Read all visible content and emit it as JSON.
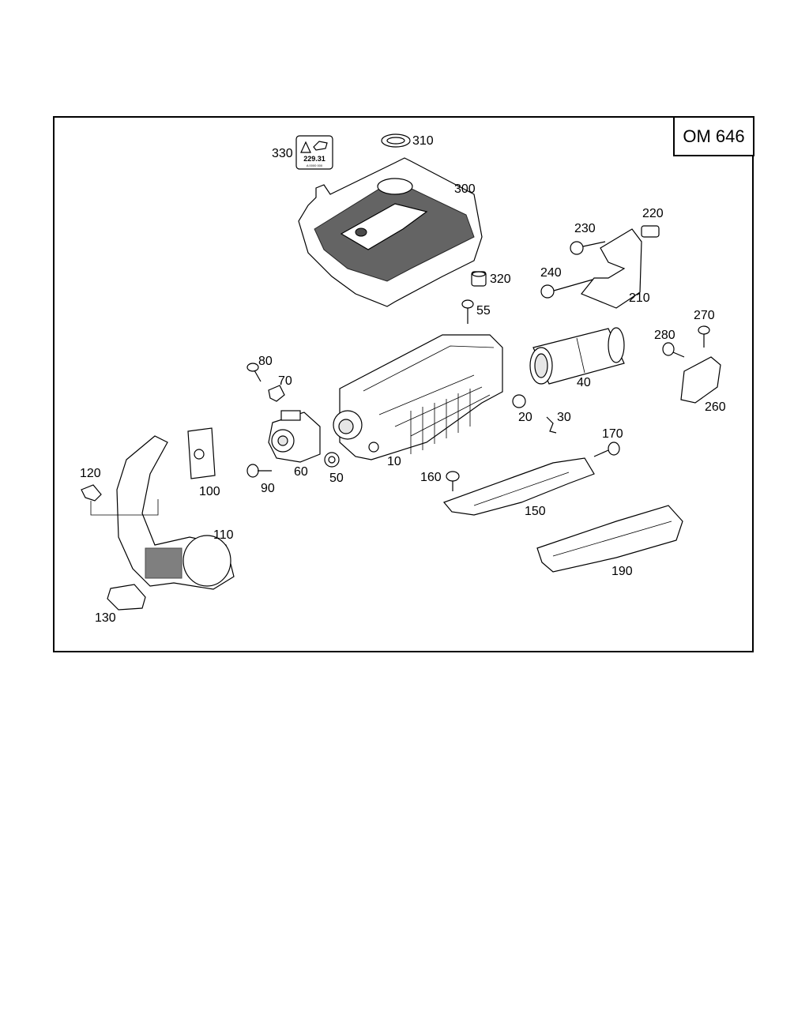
{
  "engine_code": "OM 646",
  "oil_label": {
    "spec": "229.31",
    "small_text": "A 0000 000"
  },
  "parts": [
    {
      "id": "p10",
      "label": "10"
    },
    {
      "id": "p20",
      "label": "20"
    },
    {
      "id": "p30",
      "label": "30"
    },
    {
      "id": "p40",
      "label": "40"
    },
    {
      "id": "p50",
      "label": "50"
    },
    {
      "id": "p55",
      "label": "55"
    },
    {
      "id": "p60",
      "label": "60"
    },
    {
      "id": "p70",
      "label": "70"
    },
    {
      "id": "p80",
      "label": "80"
    },
    {
      "id": "p90",
      "label": "90"
    },
    {
      "id": "p100",
      "label": "100"
    },
    {
      "id": "p110",
      "label": "110"
    },
    {
      "id": "p120",
      "label": "120"
    },
    {
      "id": "p130",
      "label": "130"
    },
    {
      "id": "p150",
      "label": "150"
    },
    {
      "id": "p160",
      "label": "160"
    },
    {
      "id": "p170",
      "label": "170"
    },
    {
      "id": "p190",
      "label": "190"
    },
    {
      "id": "p210",
      "label": "210"
    },
    {
      "id": "p220",
      "label": "220"
    },
    {
      "id": "p230",
      "label": "230"
    },
    {
      "id": "p240",
      "label": "240"
    },
    {
      "id": "p260",
      "label": "260"
    },
    {
      "id": "p270",
      "label": "270"
    },
    {
      "id": "p280",
      "label": "280"
    },
    {
      "id": "p300",
      "label": "300"
    },
    {
      "id": "p310",
      "label": "310"
    },
    {
      "id": "p320",
      "label": "320"
    },
    {
      "id": "p330",
      "label": "330"
    }
  ]
}
